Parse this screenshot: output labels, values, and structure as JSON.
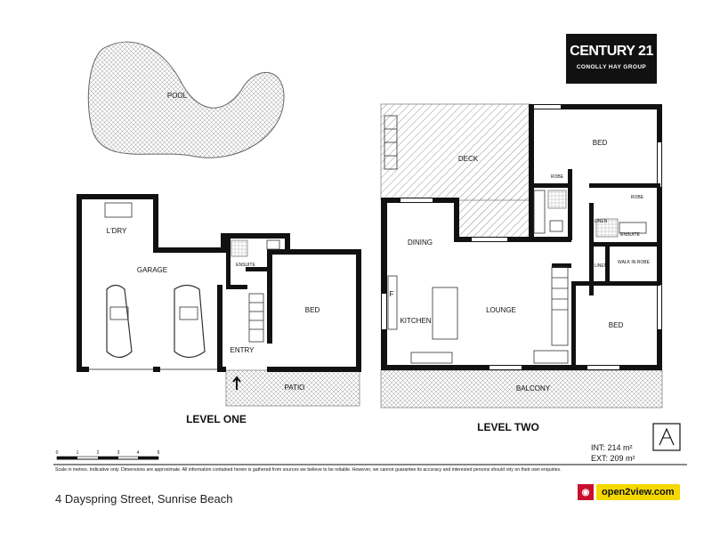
{
  "brand": {
    "name": "CENTURY 21",
    "group": "CONOLLY HAY GROUP"
  },
  "level_one": {
    "title": "LEVEL ONE",
    "rooms": {
      "pool": "POOL",
      "laundry": "L'DRY",
      "garage": "GARAGE",
      "ensuite": "ENSUITE",
      "bed": "BED",
      "entry": "ENTRY",
      "patio": "PATIO"
    }
  },
  "level_two": {
    "title": "LEVEL TWO",
    "rooms": {
      "deck": "DECK",
      "bed_top": "BED",
      "robe_1": "ROBE",
      "robe_2": "ROBE",
      "dining": "DINING",
      "ensuite": "ENSUITE",
      "linen_1": "LINEN",
      "linen_2": "LINEN",
      "walk_in_robe": "WALK IN ROBE",
      "kitchen": "KITCHEN",
      "fridge": "F",
      "lounge": "LOUNGE",
      "bed_bottom": "BED",
      "balcony": "BALCONY"
    }
  },
  "scale": {
    "ticks": [
      "0",
      "1",
      "2",
      "3",
      "4",
      "5"
    ]
  },
  "areas": {
    "internal": "INT: 214 m²",
    "external": "EXT: 209 m²"
  },
  "disclaimer": "Scale in metres. Indicative only. Dimensions are approximate. All information contained herein is gathered from sources we believe to be reliable. However, we cannot guarantee its accuracy and interested persons should rely on their own enquiries.",
  "address": "4 Dayspring Street, Sunrise Beach",
  "listing_brand": "open2view.com"
}
